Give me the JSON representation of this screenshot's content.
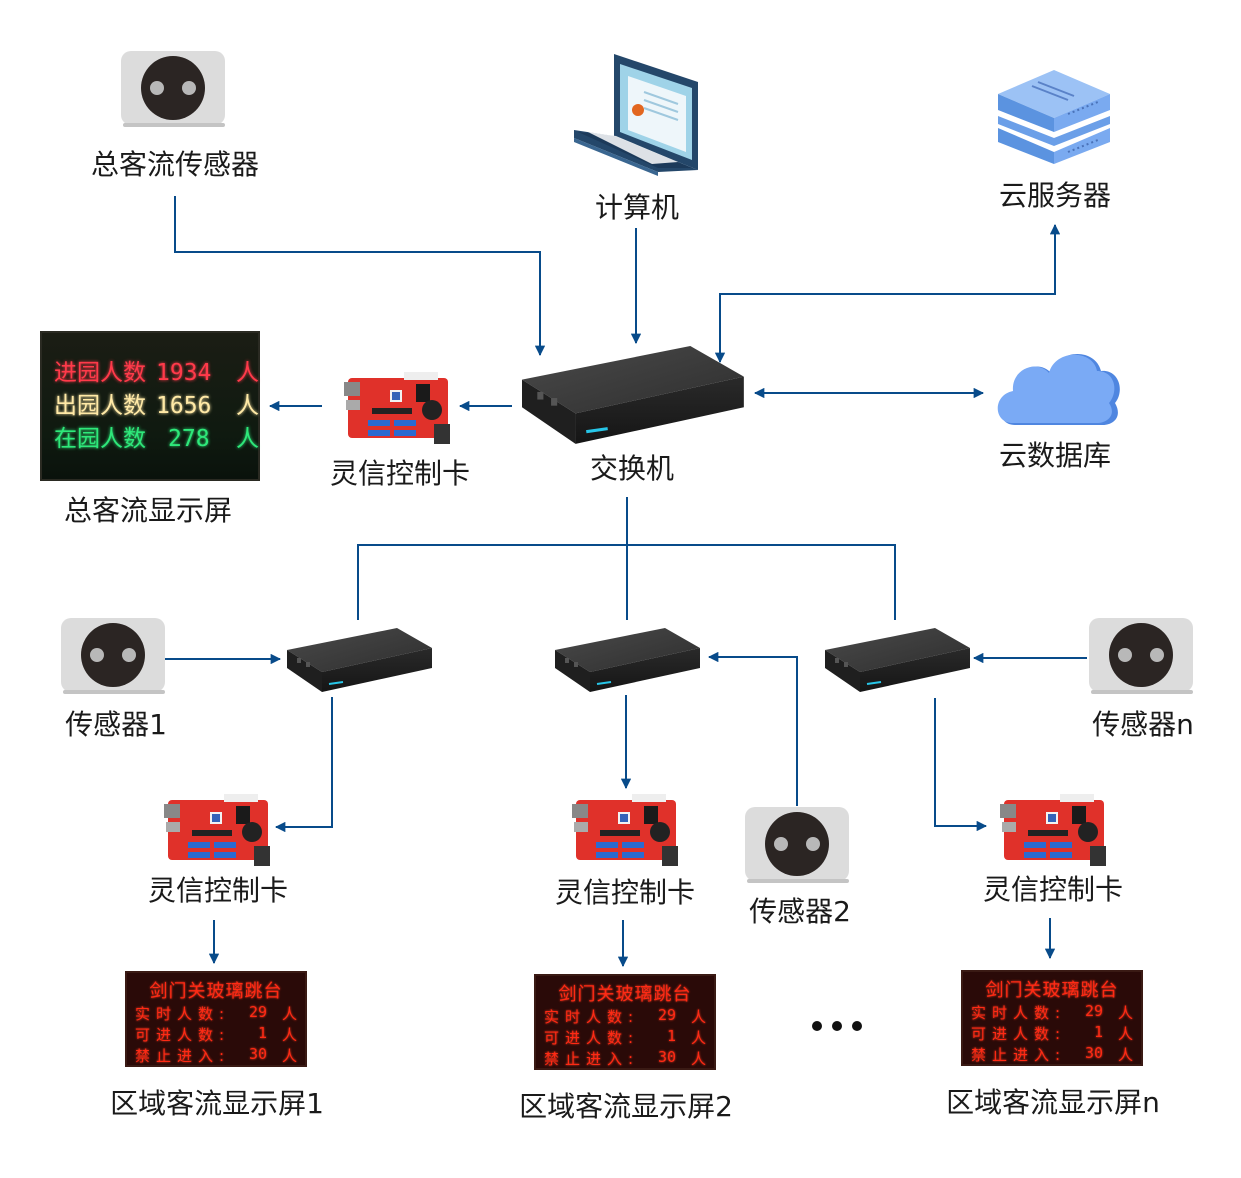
{
  "diagram": {
    "line_color": "#084b8a",
    "nodes": {
      "total_sensor": {
        "label": "总客流传感器",
        "icon": "people-counter-sensor-icon"
      },
      "computer": {
        "label": "计算机",
        "icon": "laptop-icon"
      },
      "cloud_server": {
        "label": "云服务器",
        "icon": "server-icon"
      },
      "cloud_db": {
        "label": "云数据库",
        "icon": "cloud-icon"
      },
      "main_switch": {
        "label": "交换机",
        "icon": "switch-icon"
      },
      "main_card": {
        "label": "灵信控制卡",
        "icon": "control-card-icon"
      },
      "total_screen": {
        "label": "总客流显示屏",
        "rows": [
          {
            "name": "进园人数",
            "value": "1934",
            "unit": "人",
            "color": "#ff3a4a"
          },
          {
            "name": "出园人数",
            "value": "1656",
            "unit": "人",
            "color": "#ffe9a6"
          },
          {
            "name": "在园人数",
            "value": "278",
            "unit": "人",
            "color": "#2ee87a"
          }
        ]
      },
      "sensor1": {
        "label": "传感器1"
      },
      "sensor2": {
        "label": "传感器2"
      },
      "sensorn": {
        "label": "传感器n"
      },
      "card1": {
        "label": "灵信控制卡"
      },
      "card2": {
        "label": "灵信控制卡"
      },
      "cardn": {
        "label": "灵信控制卡"
      },
      "screen1": {
        "label": "区域客流显示屏1"
      },
      "screen2": {
        "label": "区域客流显示屏2"
      },
      "screenn": {
        "label": "区域客流显示屏n"
      }
    },
    "regional_screen": {
      "title": "剑门关玻璃跳台",
      "rows": [
        {
          "name": "实时人数:",
          "value": "29",
          "unit": "人"
        },
        {
          "name": "可进人数:",
          "value": "1",
          "unit": "人"
        },
        {
          "name": "禁止进入:",
          "value": "30",
          "unit": "人"
        }
      ]
    },
    "ellipsis": "•••"
  }
}
